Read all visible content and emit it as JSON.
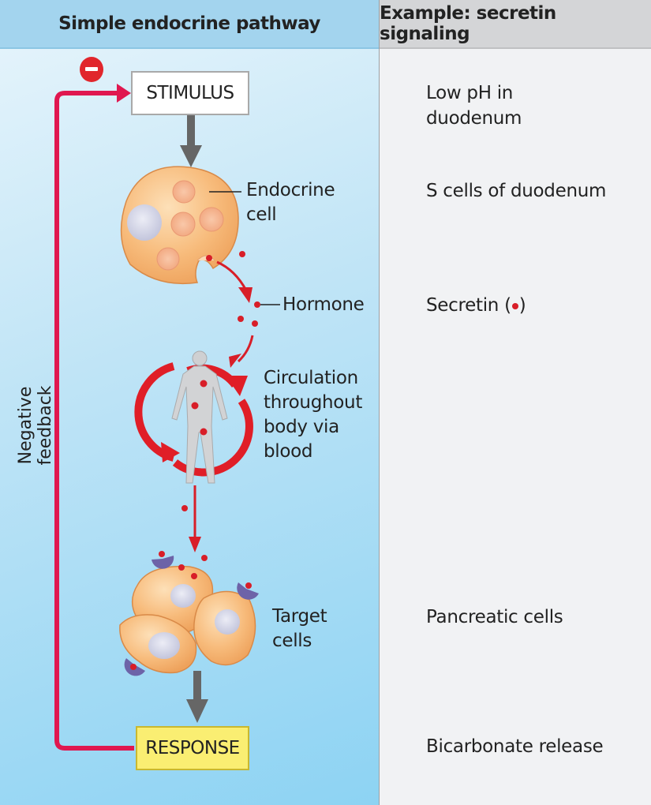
{
  "headers": {
    "left": "Simple endocrine pathway",
    "right": "Example: secretin signaling"
  },
  "pathway": {
    "stimulus": "STIMULUS",
    "endocrine_cell_line1": "Endocrine",
    "endocrine_cell_line2": "cell",
    "hormone": "Hormone",
    "circulation_lines": [
      "Circulation",
      "throughout",
      "body via",
      "blood"
    ],
    "target_line1": "Target",
    "target_line2": "cells",
    "response": "RESPONSE",
    "negative_feedback": "Negative feedback",
    "feedback_sign": "−"
  },
  "example": {
    "stimulus_line1": "Low pH in",
    "stimulus_line2": "duodenum",
    "endocrine_cell": "S cells of duodenum",
    "hormone_prefix": "Secretin (",
    "hormone_suffix": ")",
    "target": "Pancreatic cells",
    "response": "Bicarbonate release"
  },
  "colors": {
    "left_header": "#a3d4ee",
    "right_header": "#d4d5d7",
    "feedback_line": "#e0174f",
    "hormone": "#d81e28",
    "response_box": "#faee72",
    "cell_fill": "#f7bb7b",
    "receptor": "#6d63a8"
  }
}
